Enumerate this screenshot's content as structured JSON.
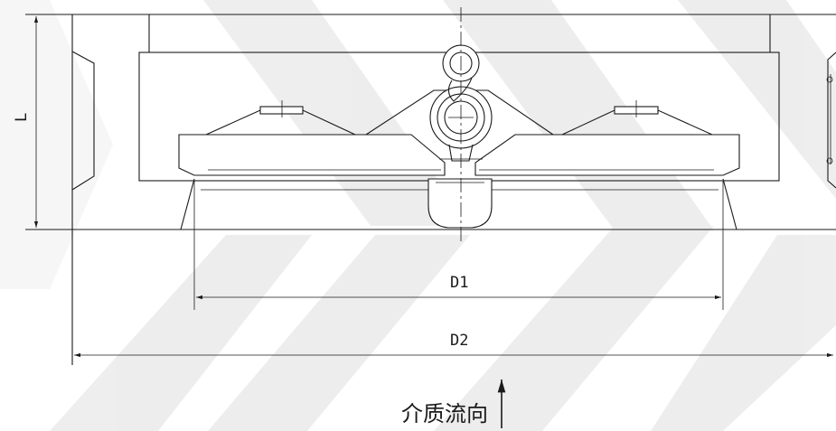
{
  "drawing": {
    "labels": {
      "length": "L",
      "inner_diameter": "D1",
      "outer_diameter": "D2",
      "flow_direction": "介质流向"
    },
    "colors": {
      "line": "#1a1a1a",
      "watermark": "#ececec",
      "background": "#ffffff"
    }
  }
}
